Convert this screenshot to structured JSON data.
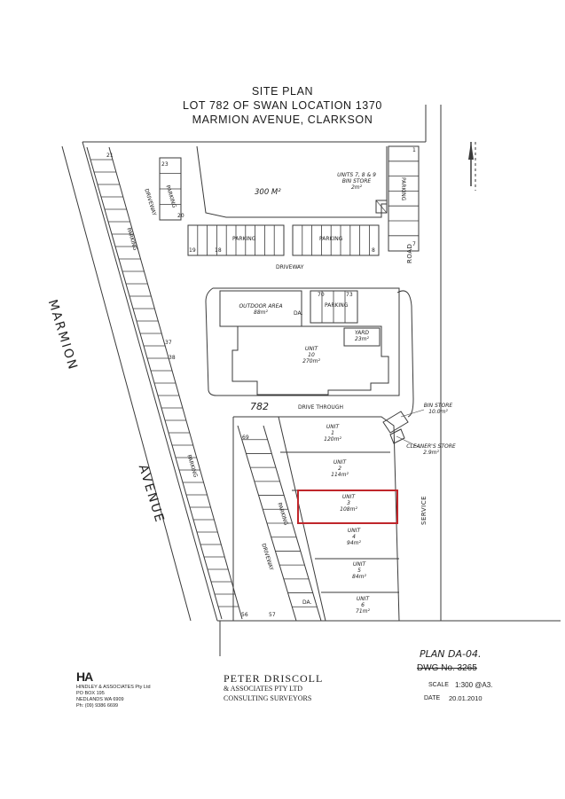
{
  "header": {
    "title": "SITE PLAN",
    "line2": "LOT 782 OF SWAN LOCATION 1370",
    "line3": "MARMION AVENUE, CLARKSON"
  },
  "roads": {
    "marmion": "MARMION",
    "avenue": "AVENUE",
    "road": "ROAD",
    "service": "SERVICE"
  },
  "site": {
    "lot_number": "782",
    "area_300": "300 M²",
    "bin_store_top": [
      "UNITS 7, 8 & 9",
      "BIN STORE",
      "2m²"
    ],
    "driveway": "DRIVEWAY",
    "drive_through": "DRIVE THROUGH",
    "outdoor_area": [
      "OUTDOOR AREA",
      "88m²"
    ],
    "yard": [
      "YARD",
      "23m²"
    ],
    "bin_store_right": [
      "BIN STORE",
      "10.0m²"
    ],
    "cleaners_store": [
      "CLEANER'S STORE",
      "2.9m²"
    ],
    "parking": "PARKING",
    "da": "DA."
  },
  "units": [
    {
      "name": "UNIT",
      "num": "10",
      "area": "270m²"
    },
    {
      "name": "UNIT",
      "num": "1",
      "area": "120m²"
    },
    {
      "name": "UNIT",
      "num": "2",
      "area": "114m²"
    },
    {
      "name": "UNIT",
      "num": "3",
      "area": "108m²"
    },
    {
      "name": "UNIT",
      "num": "4",
      "area": "94m²"
    },
    {
      "name": "UNIT",
      "num": "5",
      "area": "84m²"
    },
    {
      "name": "UNIT",
      "num": "6",
      "area": "71m²"
    }
  ],
  "bay_numbers": [
    "1",
    "7",
    "8",
    "18",
    "19",
    "20",
    "21",
    "23",
    "37",
    "38",
    "56",
    "57",
    "69",
    "70",
    "73"
  ],
  "footer": {
    "hindley_lines": [
      "HINDLEY & ASSOCIATES Pty Ltd",
      "PO BOX 195",
      "NEDLANDS WA 6909",
      "Ph: (09) 9386 6699"
    ],
    "logo_text": "HA",
    "driscoll": [
      "PETER DRISCOLL",
      "& ASSOCIATES PTY LTD",
      "CONSULTING SURVEYORS"
    ],
    "plan_ref": "PLAN DA-04.",
    "dwg_no": "DWG No. 3265",
    "scale_label": "SCALE",
    "scale_value": "1:300 @A3.",
    "date_label": "DATE",
    "date_value": "20.01.2010"
  },
  "colors": {
    "line": "#3a3a3a",
    "highlight": "#c0262b"
  }
}
